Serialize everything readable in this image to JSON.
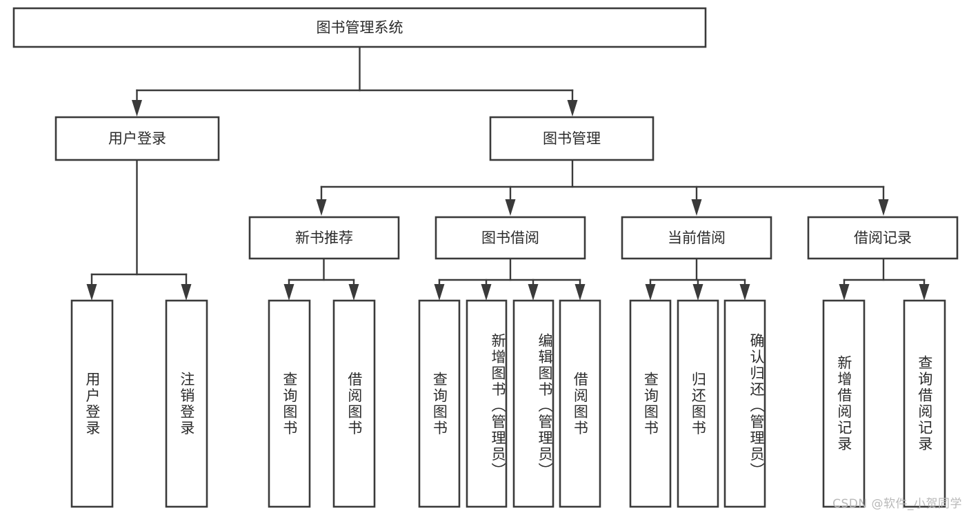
{
  "diagram": {
    "type": "tree-hierarchy-chart",
    "title": "图书管理系统",
    "orientation": "top-down",
    "colors": {
      "box_fill": "#ffffff",
      "box_stroke": "#3a3a3a",
      "text": "#2b2b2b",
      "background": "#ffffff",
      "watermark": "#b8b8b8"
    },
    "levels": {
      "root": {
        "label": "图书管理系统"
      },
      "level2": [
        {
          "label": "用户登录"
        },
        {
          "label": "图书管理"
        }
      ],
      "level3": [
        {
          "label": "新书推荐"
        },
        {
          "label": "图书借阅"
        },
        {
          "label": "当前借阅"
        },
        {
          "label": "借阅记录"
        }
      ],
      "leaves": {
        "user_login": [
          {
            "label": "用户登录"
          },
          {
            "label": "注销登录"
          }
        ],
        "new_book_recommend": [
          {
            "label": "查询图书"
          },
          {
            "label": "借阅图书"
          }
        ],
        "book_borrow": [
          {
            "label": "查询图书"
          },
          {
            "label": "新增图书（管理员）"
          },
          {
            "label": "编辑图书（管理员）"
          },
          {
            "label": "借阅图书"
          }
        ],
        "current_borrow": [
          {
            "label": "查询图书"
          },
          {
            "label": "归还图书"
          },
          {
            "label": "确认归还（管理员）"
          }
        ],
        "borrow_record": [
          {
            "label": "新增借阅记录"
          },
          {
            "label": "查询借阅记录"
          }
        ]
      }
    },
    "watermark": "CSDN @软件_小贺同学"
  }
}
